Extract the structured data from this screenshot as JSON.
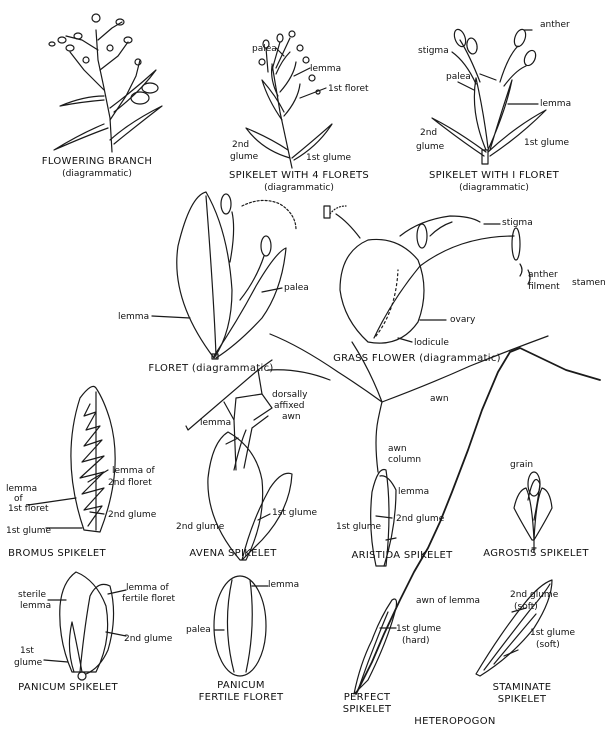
{
  "captions": {
    "flowering_branch": "FLOWERING BRANCH",
    "flowering_branch_sub": "(diagrammatic)",
    "spikelet_4": "SPIKELET WITH 4 FLORETS",
    "spikelet_4_sub": "(diagrammatic)",
    "spikelet_1": "SPIKELET WITH I FLORET",
    "spikelet_1_sub": "(diagrammatic)",
    "floret": "FLORET (diagrammatic)",
    "grass_flower": "GRASS FLOWER (diagrammatic)",
    "bromus": "BROMUS SPIKELET",
    "avena": "AVENA SPIKELET",
    "aristida": "ARISTIDA SPIKELET",
    "agrostis": "AGROSTIS SPIKELET",
    "panicum": "PANICUM SPIKELET",
    "panicum_fertile_1": "PANICUM",
    "panicum_fertile_2": "FERTILE FLORET",
    "perfect_1": "PERFECT",
    "perfect_2": "SPIKELET",
    "staminate_1": "STAMINATE",
    "staminate_2": "SPIKELET",
    "heteropogon": "HETEROPOGON"
  },
  "labels": {
    "s4_palea": "palea",
    "s4_lemma": "lemma",
    "s4_floret1": "1st floret",
    "s4_glume2a": "2nd",
    "s4_glume2b": "glume",
    "s4_glume1": "1st glume",
    "s1_anther": "anther",
    "s1_stigma": "stigma",
    "s1_palea": "palea",
    "s1_lemma": "lemma",
    "s1_glume2a": "2nd",
    "s1_glume2b": "glume",
    "s1_glume1": "1st glume",
    "fl_lemma": "lemma",
    "fl_palea": "palea",
    "gf_stigma": "stigma",
    "gf_anther": "anther",
    "gf_filment": "filment",
    "gf_stamen": "stamen",
    "gf_ovary": "ovary",
    "gf_lodicule": "lodicule",
    "br_lemma_a": "lemma",
    "br_lemma_b": "of",
    "br_lemma_c": "1st floret",
    "br_lemma2_a": "lemma of",
    "br_lemma2_b": "2nd floret",
    "br_glume2": "2nd glume",
    "br_glume1": "1st glume",
    "av_dorsal_a": "dorsally",
    "av_dorsal_b": "affixed",
    "av_dorsal_c": "awn",
    "av_lemma": "lemma",
    "av_glume1": "1st glume",
    "av_glume2": "2nd glume",
    "ar_awn": "awn",
    "ar_col_a": "awn",
    "ar_col_b": "column",
    "ar_lemma": "lemma",
    "ar_glume2": "2nd glume",
    "ar_glume1": "1st glume",
    "ag_grain": "grain",
    "pa_sterile_a": "sterile",
    "pa_sterile_b": "lemma",
    "pa_fertile_a": "lemma of",
    "pa_fertile_b": "fertile floret",
    "pa_glume2": "2nd glume",
    "pa_glume1a": "1st",
    "pa_glume1b": "glume",
    "pf_lemma": "lemma",
    "pf_palea": "palea",
    "he_awn": "awn of lemma",
    "he_glume1a": "1st glume",
    "he_glume1b": "(hard)",
    "he_glume2a": "2nd glume",
    "he_glume2b": "(soft)",
    "he_glume1c": "1st glume",
    "he_glume1d": "(soft)"
  }
}
